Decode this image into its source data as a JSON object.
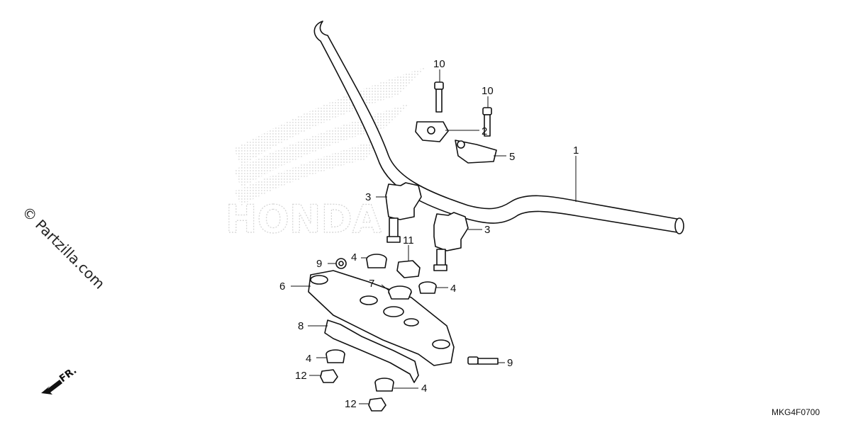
{
  "watermark": "© Partzilla.com",
  "diagram_code": "MKG4F0700",
  "direction_label": "FR.",
  "brand_logo_text": "HONDA",
  "callouts": [
    "1",
    "2",
    "3",
    "3",
    "4",
    "4",
    "4",
    "4",
    "5",
    "6",
    "7",
    "8",
    "9",
    "9",
    "10",
    "10",
    "11",
    "12",
    "12"
  ]
}
